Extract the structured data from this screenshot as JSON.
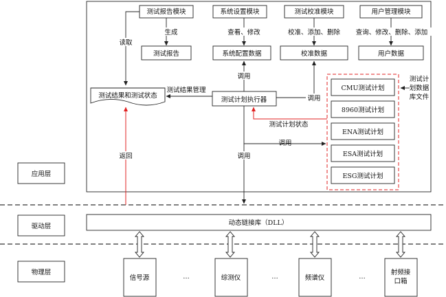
{
  "layers": {
    "app": "应用层",
    "driver": "驱动层",
    "physical": "物理层"
  },
  "modules": {
    "report": "测试报告模块",
    "config": "系统设置模块",
    "calibration": "测试校准模块",
    "user": "用户管理模块"
  },
  "actions": {
    "report": "生成",
    "config": "查看、修改",
    "calibration": "校准、添加、删除",
    "user": "查询、修改、删除、添加"
  },
  "data_boxes": {
    "report": "测试报告",
    "config": "系统配置数据",
    "calibration": "校准数据",
    "user": "用户数据"
  },
  "executor": "测试计划执行器",
  "results": "测试结果和测试状态",
  "plans": [
    "CMU测试计划",
    "8960测试计划",
    "ENA测试计划",
    "ESA测试计划",
    "ESG测试计划"
  ],
  "plan_file_label": [
    "测试计",
    "划数据",
    "库文件"
  ],
  "labels": {
    "read": "读取",
    "result_mgmt": "测试结果管理",
    "call_up": "调用",
    "call_right": "调用",
    "plan_status": "测试计划状态",
    "call_mid": "调用",
    "call_down": "调用",
    "return": "返回"
  },
  "dll": "动态链接库（DLL）",
  "instruments": {
    "signal_source": "信号源",
    "tester": "综测仪",
    "spectrum": "频谱仪",
    "rf_box": [
      "射频接",
      "口箱"
    ]
  },
  "ellipsis": "…",
  "colors": {
    "highlight": "#e02020",
    "stroke": "#222222"
  }
}
